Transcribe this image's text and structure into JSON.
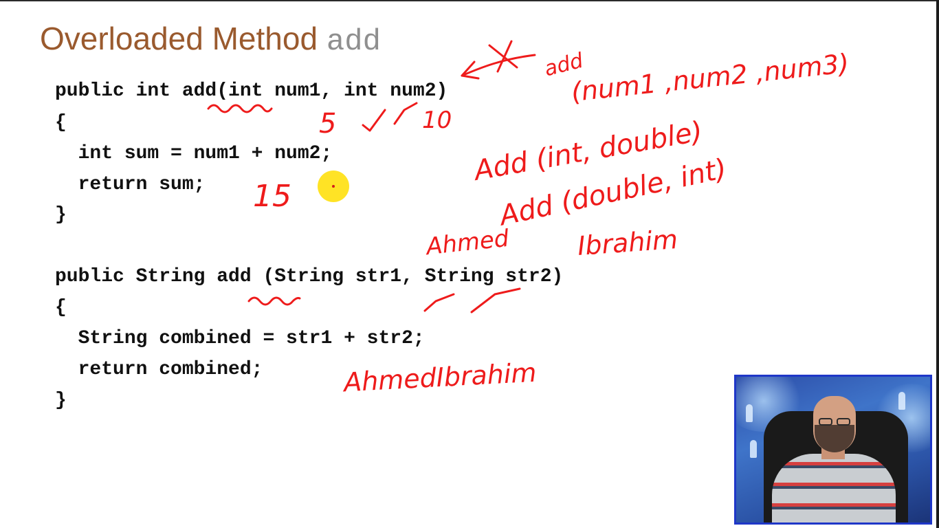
{
  "slide": {
    "title": "Overloaded Method",
    "title_code": "add"
  },
  "code": [
    "public int add(int num1, int num2)",
    "{",
    "  int sum = num1 + num2;",
    "  return sum;",
    "}",
    "public String add (String str1, String str2)",
    "{",
    "  String combined = str1 + str2;",
    "  return combined;",
    "}"
  ],
  "annotations": {
    "five": "5",
    "ten": "10",
    "fifteen": "15",
    "add_word": "add",
    "three_params": "(num1 ,num2 ,num3)",
    "add_int_double": "Add (int, double)",
    "add_double_int": "Add (double, int)",
    "ahmed": "Ahmed",
    "ibrahim": "Ibrahim",
    "ahmed_ibrahim": "AhmedIbrahim"
  },
  "colors": {
    "title": "#9a5a2e",
    "title_code": "#8f8f8f",
    "code": "#111111",
    "ink": "#ee1b1b",
    "cursor": "#ffe21a",
    "webcam_border": "#1f37c8"
  },
  "icons": {
    "cursor": "cursor-highlight-icon"
  }
}
